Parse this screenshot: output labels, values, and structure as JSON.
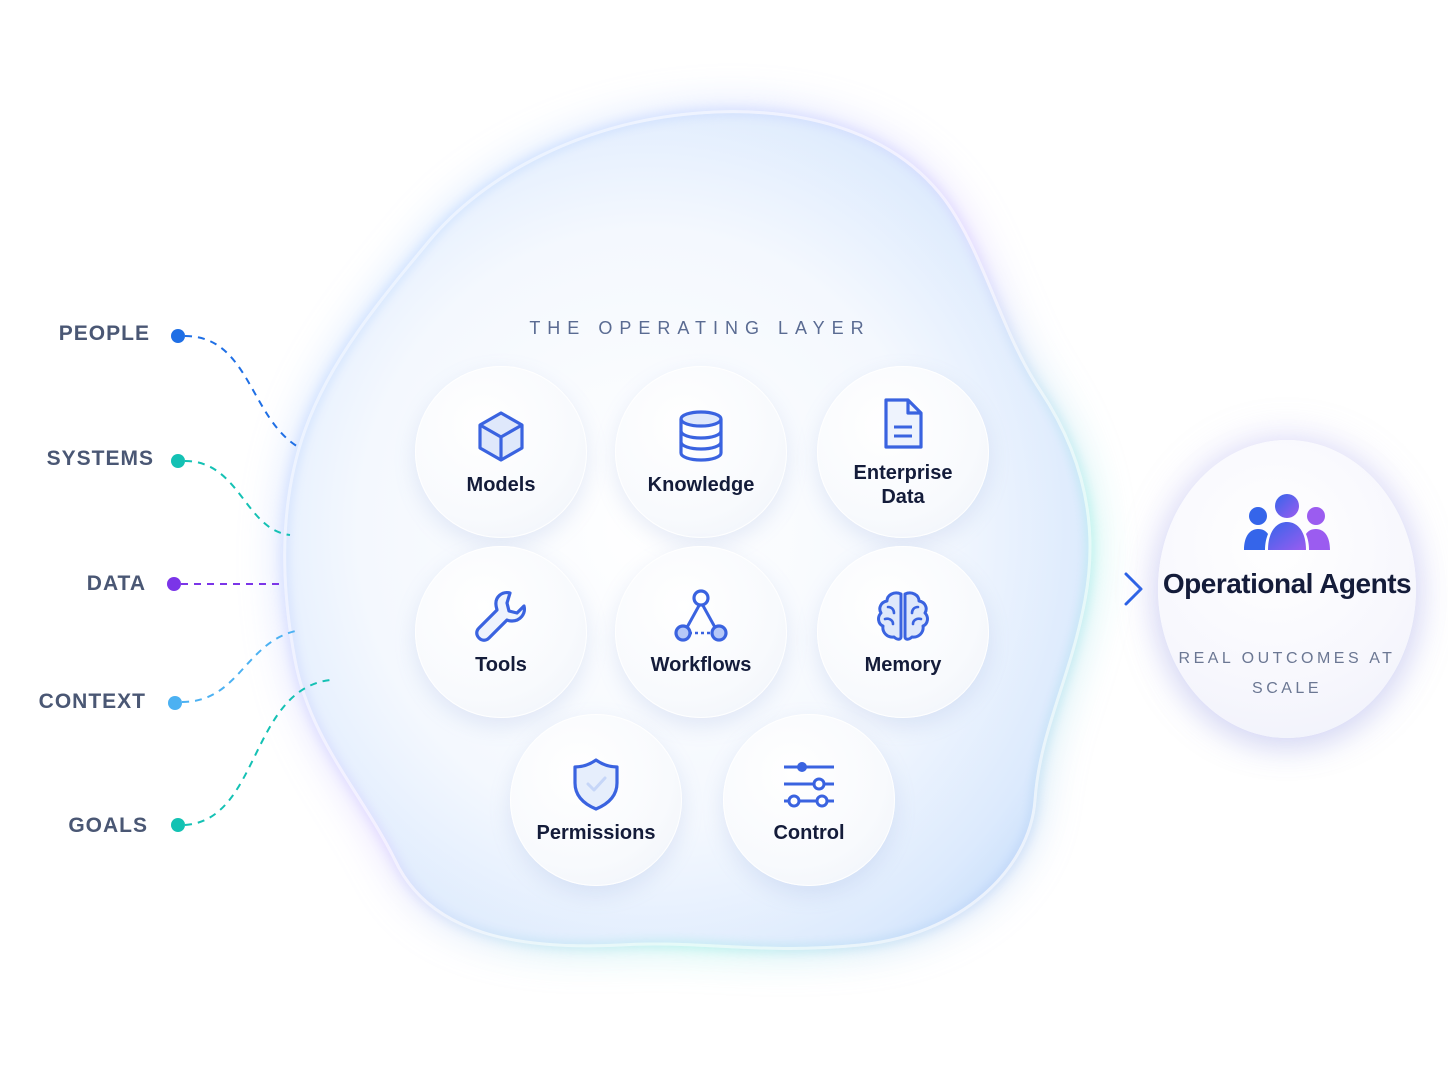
{
  "inputs": [
    {
      "label": "PEOPLE",
      "color": "#1f6fe5"
    },
    {
      "label": "SYSTEMS",
      "color": "#14c1b4"
    },
    {
      "label": "DATA",
      "color": "#7b35e8"
    },
    {
      "label": "CONTEXT",
      "color": "#4cb1f2"
    },
    {
      "label": "GOALS",
      "color": "#13c2b3"
    }
  ],
  "layer": {
    "title": "THE OPERATING LAYER",
    "capabilities": [
      {
        "label": "Models",
        "icon": "cube-icon"
      },
      {
        "label": "Knowledge",
        "icon": "database-icon"
      },
      {
        "label": "Enterprise Data",
        "icon": "document-icon"
      },
      {
        "label": "Tools",
        "icon": "wrench-icon"
      },
      {
        "label": "Workflows",
        "icon": "workflow-nodes-icon"
      },
      {
        "label": "Memory",
        "icon": "brain-icon"
      },
      {
        "label": "Permissions",
        "icon": "shield-icon"
      },
      {
        "label": "Control",
        "icon": "sliders-icon"
      }
    ]
  },
  "output": {
    "title": "Operational Agents",
    "subtitle": "REAL OUTCOMES AT SCALE",
    "icon": "people-group-icon"
  },
  "colors": {
    "accent": "#3a63e0",
    "purple": "#8a57ef",
    "teal": "#14c1b4",
    "text_dark": "#141c3a",
    "text_muted": "#4a5774"
  }
}
